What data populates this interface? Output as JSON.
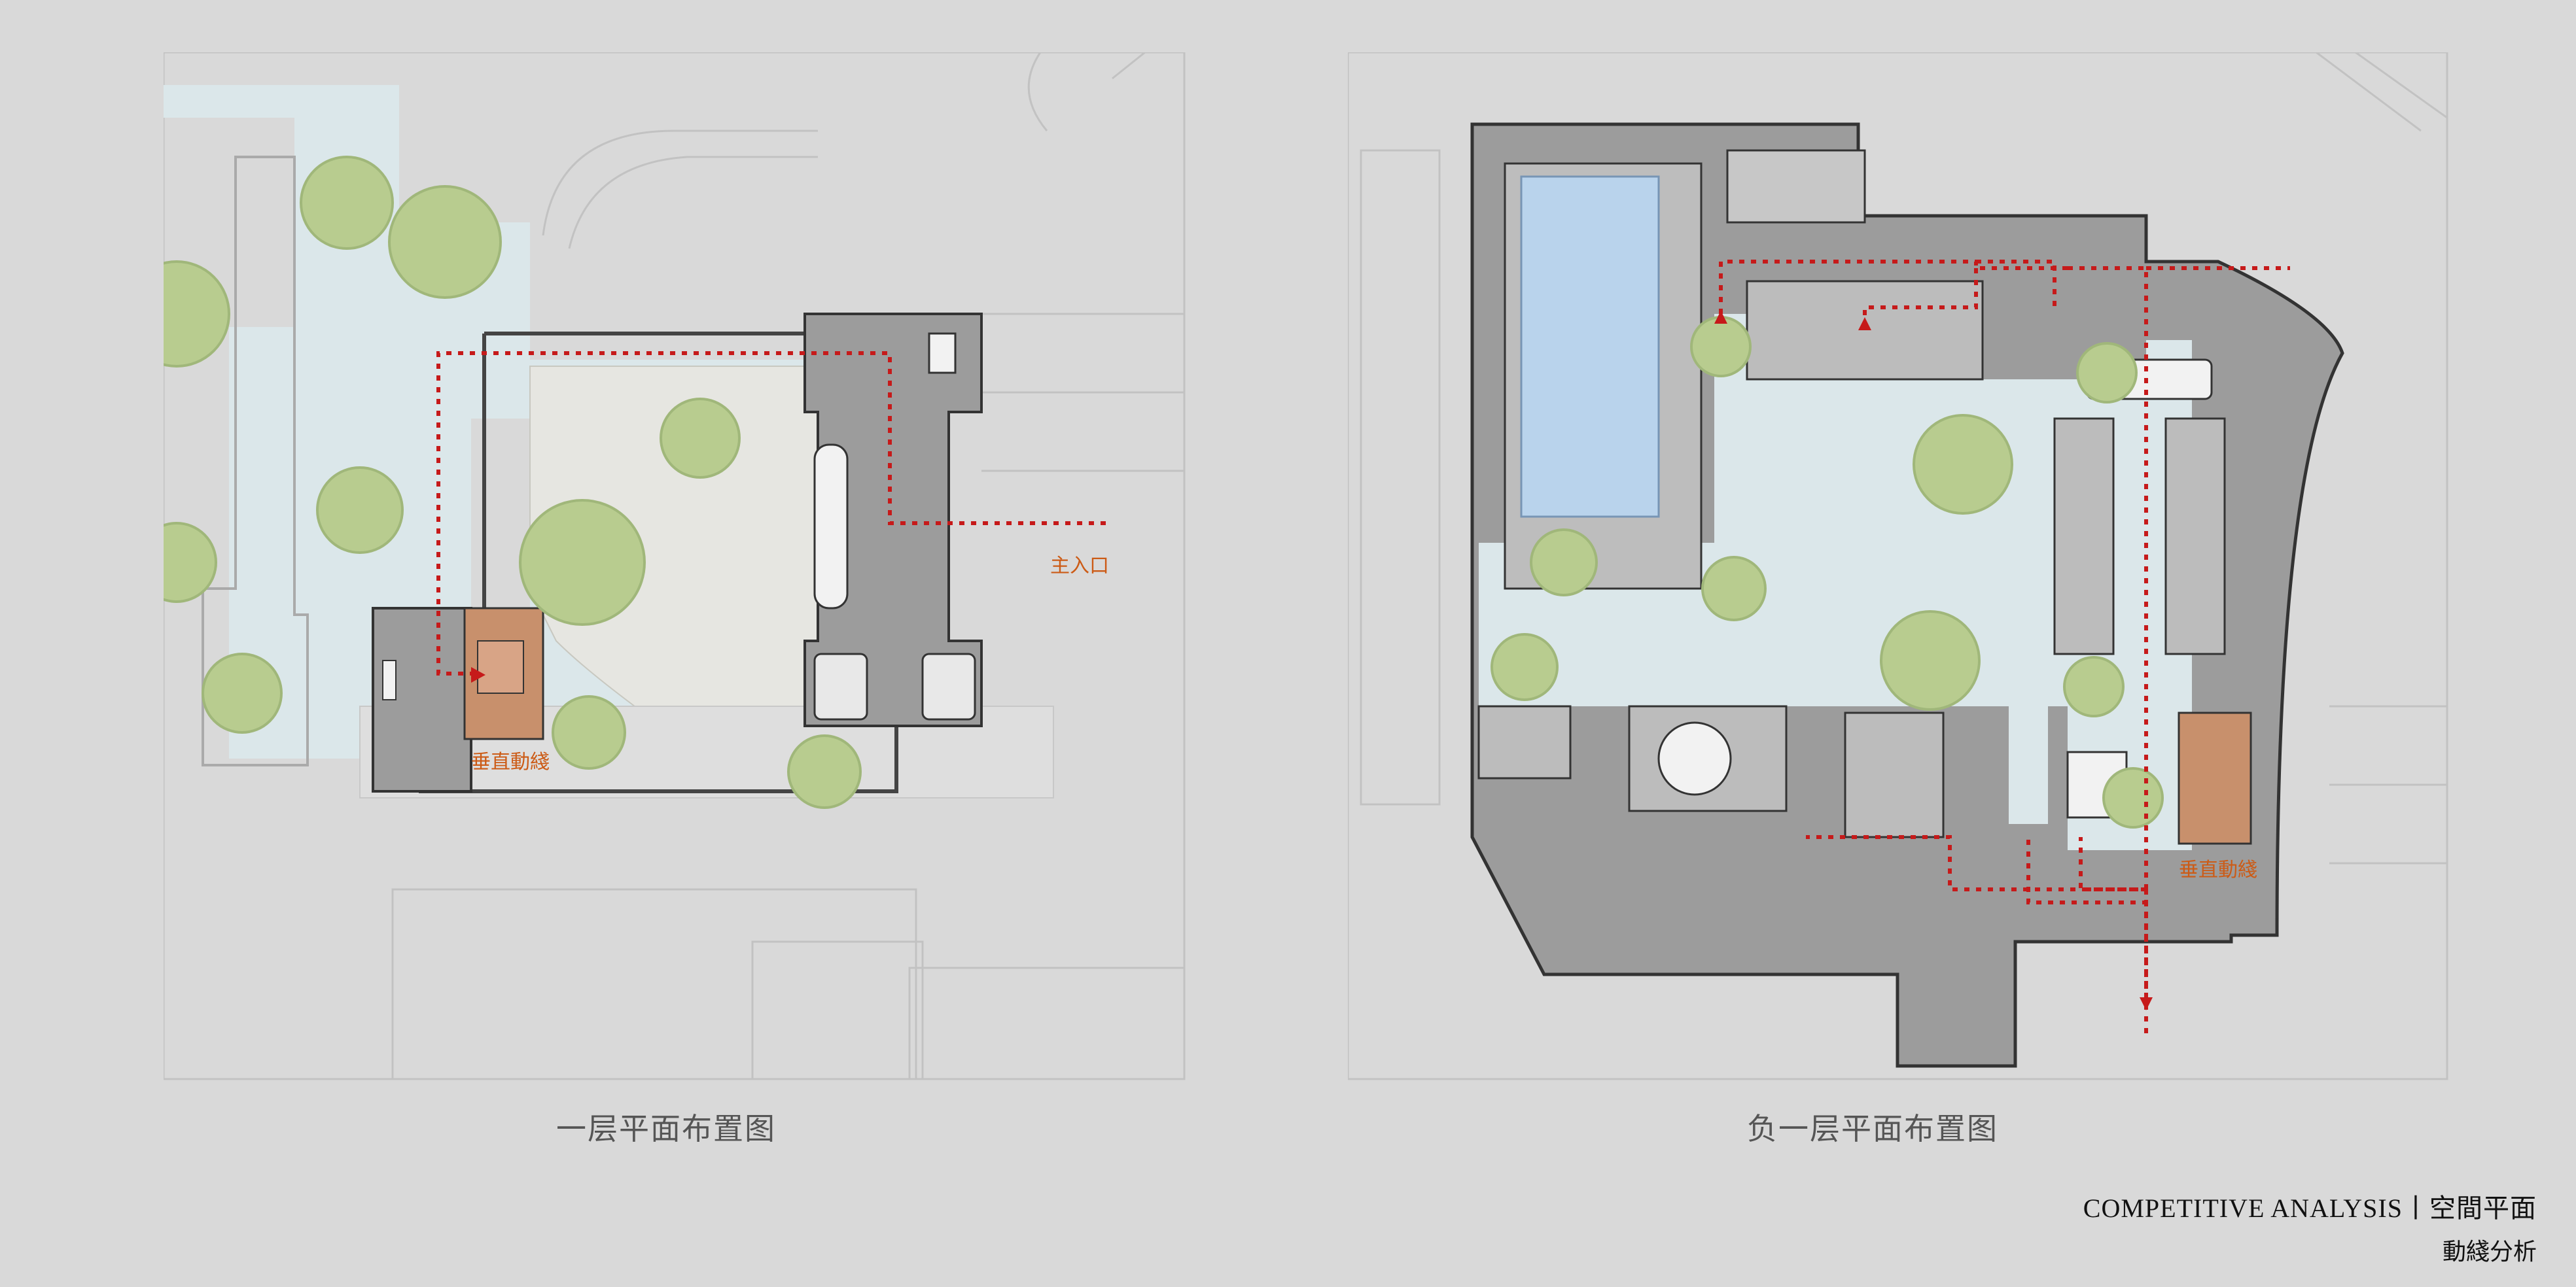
{
  "plans": {
    "left": {
      "caption": "一层平面布置图",
      "entrance_label": "主入口",
      "vertical_circulation_label": "垂直動綫"
    },
    "right": {
      "caption": "负一层平面布置图",
      "vertical_circulation_label": "垂直動綫"
    }
  },
  "footer": {
    "line1": "COMPETITIVE ANALYSIS丨空間平面",
    "line2": "動綫分析"
  },
  "colors": {
    "background": "#d9d9d9",
    "building": "#9c9c9c",
    "water": "#dbe7ea",
    "pool": "#b9d3ec",
    "circulation": "#c61a1a",
    "stair": "#c8906c",
    "tree": "#b8cc8f",
    "label": "#cc5b16"
  }
}
